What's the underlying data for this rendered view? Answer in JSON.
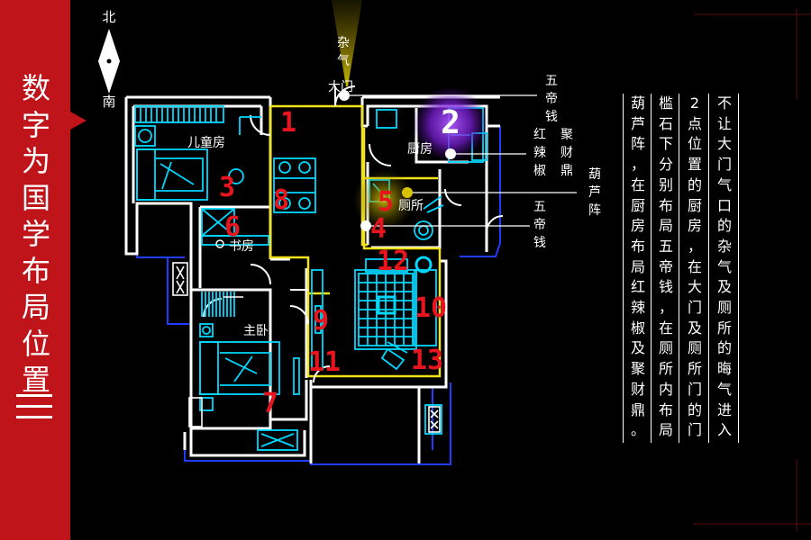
{
  "sidebar": {
    "title": "数字为国学布局位置",
    "number_mark": "三"
  },
  "compass": {
    "north": "北",
    "south": "南"
  },
  "rooms": {
    "kids_room": "儿童房",
    "kitchen": "厨房",
    "toilet": "厕所",
    "study": "书房",
    "master": "主卧"
  },
  "labels": {
    "bad_air": "杂气",
    "main_door": "大门",
    "coins_top": "五帝钱",
    "chili": "红辣椒",
    "ding": "聚财鼎",
    "gourd": "葫芦阵",
    "coins_mid": "五帝钱"
  },
  "markers": [
    "1",
    "2",
    "3",
    "4",
    "5",
    "6",
    "7",
    "8",
    "9",
    "10",
    "11",
    "12",
    "13"
  ],
  "description_columns": [
    "不让大门气口的杂气及厕所的晦气进入",
    "2点位置的厨房，在大门及厕所门的门",
    "槛石下分别布局五帝钱，在厕所内布局",
    "葫芦阵，在厨房布局红辣椒及聚财鼎。"
  ],
  "colors": {
    "sidebar": "#c0141b",
    "walls": "#ffffff",
    "furniture": "#00d8ff",
    "blueprint": "#1f3cff",
    "marker": "#e8141e",
    "yellow": "#f2e21a",
    "purple": "#8a2be2"
  }
}
